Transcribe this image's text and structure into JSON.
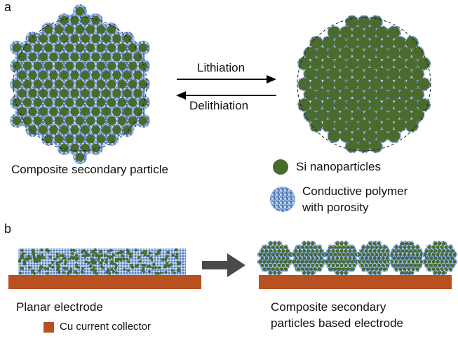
{
  "panel_a": {
    "letter": "a",
    "forward_label": "Lithiation",
    "reverse_label": "Delithiation",
    "particle_caption": "Composite secondary particle"
  },
  "legend": {
    "si_label": "Si nanoparticles",
    "polymer_label_line1": "Conductive polymer",
    "polymer_label_line2": "with porosity",
    "cu_label": "Cu current collector"
  },
  "panel_b": {
    "letter": "b",
    "planar_caption": "Planar electrode",
    "composite_caption_line1": "Composite secondary",
    "composite_caption_line2": "particles based  electrode"
  },
  "colors": {
    "si_green": "#4a6b2c",
    "polymer_blue": "#5d87c4",
    "polymer_light": "#a9c3e6",
    "copper": "#b8501f",
    "dark_arrow": "#4a4a4a"
  }
}
